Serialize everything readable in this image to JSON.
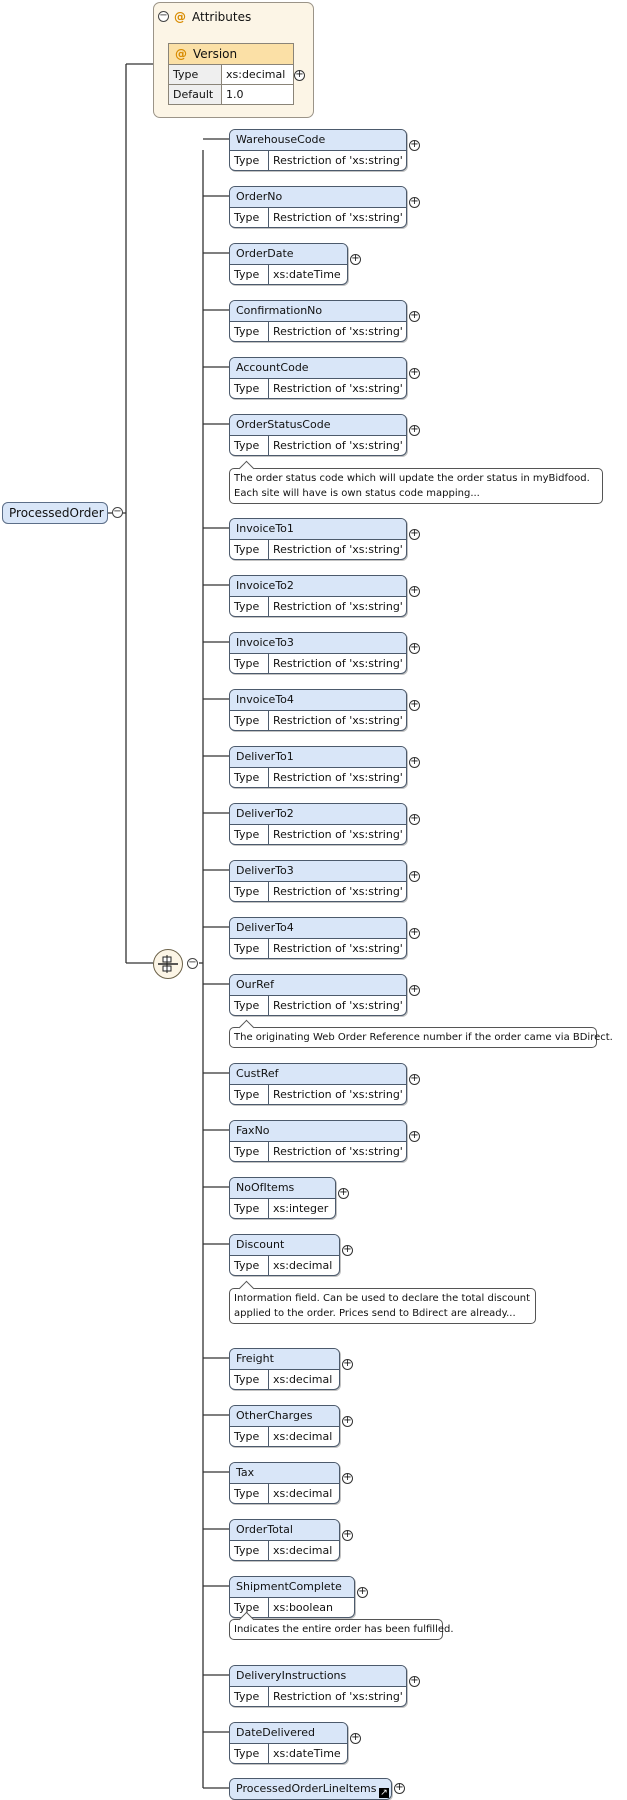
{
  "root": {
    "name": "ProcessedOrder"
  },
  "attributes": {
    "title": "Attributes",
    "attribute": {
      "name": "Version",
      "type_label": "Type",
      "type": "xs:decimal",
      "default_label": "Default",
      "default": "1.0"
    }
  },
  "elements": [
    {
      "name": "WarehouseCode",
      "type_label": "Type",
      "type": "Restriction of 'xs:string'"
    },
    {
      "name": "OrderNo",
      "type_label": "Type",
      "type": "Restriction of 'xs:string'"
    },
    {
      "name": "OrderDate",
      "type_label": "Type",
      "type": "xs:dateTime"
    },
    {
      "name": "ConfirmationNo",
      "type_label": "Type",
      "type": "Restriction of 'xs:string'"
    },
    {
      "name": "AccountCode",
      "type_label": "Type",
      "type": "Restriction of 'xs:string'"
    },
    {
      "name": "OrderStatusCode",
      "type_label": "Type",
      "type": "Restriction of 'xs:string'",
      "note": [
        "The order status code which will update the order status in myBidfood.",
        "Each site will have is own status code mapping..."
      ]
    },
    {
      "name": "InvoiceTo1",
      "type_label": "Type",
      "type": "Restriction of 'xs:string'"
    },
    {
      "name": "InvoiceTo2",
      "type_label": "Type",
      "type": "Restriction of 'xs:string'"
    },
    {
      "name": "InvoiceTo3",
      "type_label": "Type",
      "type": "Restriction of 'xs:string'"
    },
    {
      "name": "InvoiceTo4",
      "type_label": "Type",
      "type": "Restriction of 'xs:string'"
    },
    {
      "name": "DeliverTo1",
      "type_label": "Type",
      "type": "Restriction of 'xs:string'"
    },
    {
      "name": "DeliverTo2",
      "type_label": "Type",
      "type": "Restriction of 'xs:string'"
    },
    {
      "name": "DeliverTo3",
      "type_label": "Type",
      "type": "Restriction of 'xs:string'"
    },
    {
      "name": "DeliverTo4",
      "type_label": "Type",
      "type": "Restriction of 'xs:string'"
    },
    {
      "name": "OurRef",
      "type_label": "Type",
      "type": "Restriction of 'xs:string'",
      "note": [
        "The originating Web Order Reference number if the order came via BDirect."
      ]
    },
    {
      "name": "CustRef",
      "type_label": "Type",
      "type": "Restriction of 'xs:string'"
    },
    {
      "name": "FaxNo",
      "type_label": "Type",
      "type": "Restriction of 'xs:string'"
    },
    {
      "name": "NoOfItems",
      "type_label": "Type",
      "type": "xs:integer"
    },
    {
      "name": "Discount",
      "type_label": "Type",
      "type": "xs:decimal",
      "note": [
        "Information field. Can be used to declare the total discount",
        "applied to the order. Prices send to Bdirect are already..."
      ]
    },
    {
      "name": "Freight",
      "type_label": "Type",
      "type": "xs:decimal"
    },
    {
      "name": "OtherCharges",
      "type_label": "Type",
      "type": "xs:decimal"
    },
    {
      "name": "Tax",
      "type_label": "Type",
      "type": "xs:decimal"
    },
    {
      "name": "OrderTotal",
      "type_label": "Type",
      "type": "xs:decimal"
    },
    {
      "name": "ShipmentComplete",
      "type_label": "Type",
      "type": "xs:boolean",
      "note": [
        "Indicates the entire order has been fulfilled."
      ]
    },
    {
      "name": "DeliveryInstructions",
      "type_label": "Type",
      "type": "Restriction of 'xs:string'"
    },
    {
      "name": "DateDelivered",
      "type_label": "Type",
      "type": "xs:dateTime"
    },
    {
      "name": "ProcessedOrderLineItems"
    }
  ]
}
